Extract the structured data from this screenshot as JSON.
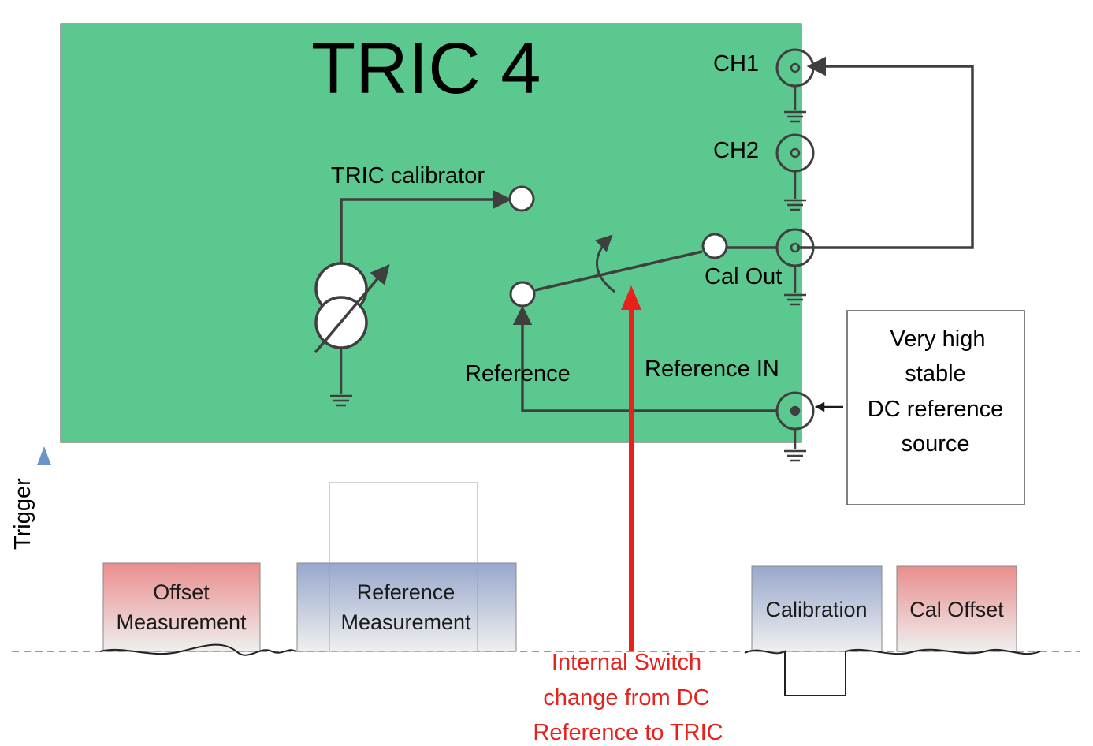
{
  "colors": {
    "panel": "#5bc98f",
    "wire": "#3f3f3f",
    "annotation": "#e8211d",
    "trigger_arrow": "#6a95c9",
    "offset_block_top": "#e98e8c",
    "reference_block_top": "#98a8cc",
    "block_bottom": "#efefef"
  },
  "title": "TRIC 4",
  "connectors": {
    "ch1": "CH1",
    "ch2": "CH2",
    "cal_out": "Cal Out",
    "reference_in": "Reference IN"
  },
  "calibrator_label": "TRIC calibrator",
  "switch_reference_label": "Reference",
  "dc_source": {
    "lines": [
      "Very high",
      "stable",
      "DC reference",
      "source"
    ]
  },
  "trigger_label": "Trigger",
  "blocks": {
    "offset": [
      "Offset",
      "Measurement"
    ],
    "reference": [
      "Reference",
      "Measurement"
    ],
    "calibration": "Calibration",
    "cal_offset": "Cal Offset"
  },
  "annotation": {
    "lines": [
      "Internal Switch",
      "change  from DC",
      "Reference to TRIC"
    ]
  },
  "icons": {
    "connector": "bnc-connector-icon",
    "ground": "ground-icon",
    "current_source": "variable-current-source-icon",
    "switch": "switch-icon"
  }
}
